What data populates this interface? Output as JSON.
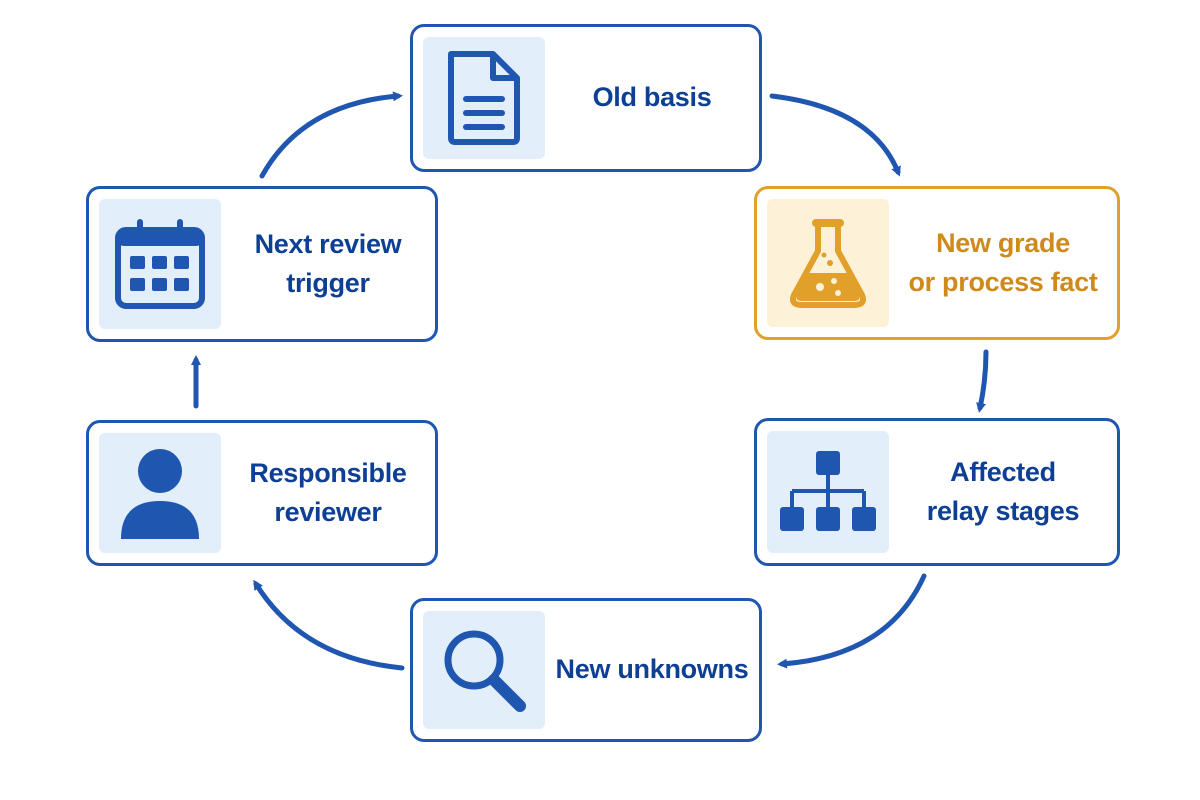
{
  "diagram": {
    "colors": {
      "primary": "#1f56b0",
      "text": "#0d3f94",
      "icon_bg": "#e3eefb",
      "highlight": "#e0a02a",
      "highlight_text": "#cf8a1c",
      "highlight_bg": "#fdf1d8"
    },
    "nodes": {
      "old_basis": {
        "icon": "document-icon",
        "lines": [
          "Old basis"
        ]
      },
      "new_grade": {
        "icon": "flask-icon",
        "lines": [
          "New grade",
          "or process fact"
        ]
      },
      "affected_stages": {
        "icon": "hierarchy-icon",
        "lines": [
          "Affected",
          "relay stages"
        ]
      },
      "new_unknowns": {
        "icon": "magnifier-icon",
        "lines": [
          "New unknowns"
        ]
      },
      "responsible_reviewer": {
        "icon": "person-icon",
        "lines": [
          "Responsible",
          "reviewer"
        ]
      },
      "next_review": {
        "icon": "calendar-icon",
        "lines": [
          "Next review",
          "trigger"
        ]
      }
    },
    "flow": [
      "old_basis",
      "new_grade",
      "affected_stages",
      "new_unknowns",
      "responsible_reviewer",
      "next_review",
      "old_basis"
    ]
  }
}
